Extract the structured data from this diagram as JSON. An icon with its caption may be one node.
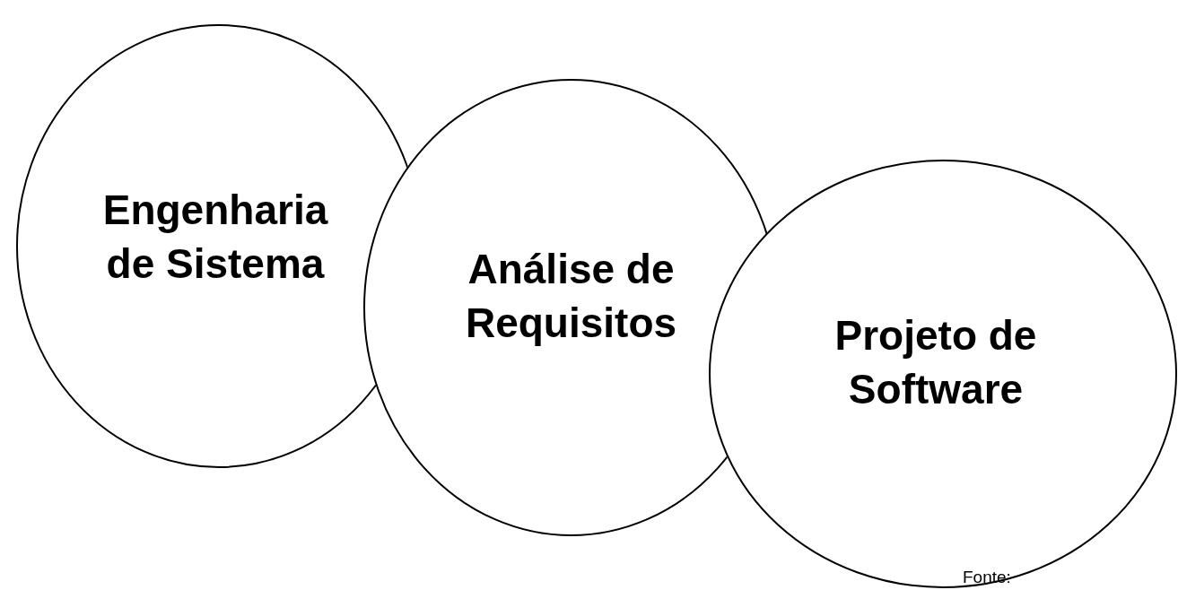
{
  "diagram": {
    "nodes": [
      {
        "text": [
          "Engenharia de Sistema"
        ]
      },
      {
        "text": [
          "Análise de Requisitos"
        ]
      },
      {
        "text": [
          "Projeto de Software"
        ]
      }
    ],
    "caption": "Fonte:"
  }
}
